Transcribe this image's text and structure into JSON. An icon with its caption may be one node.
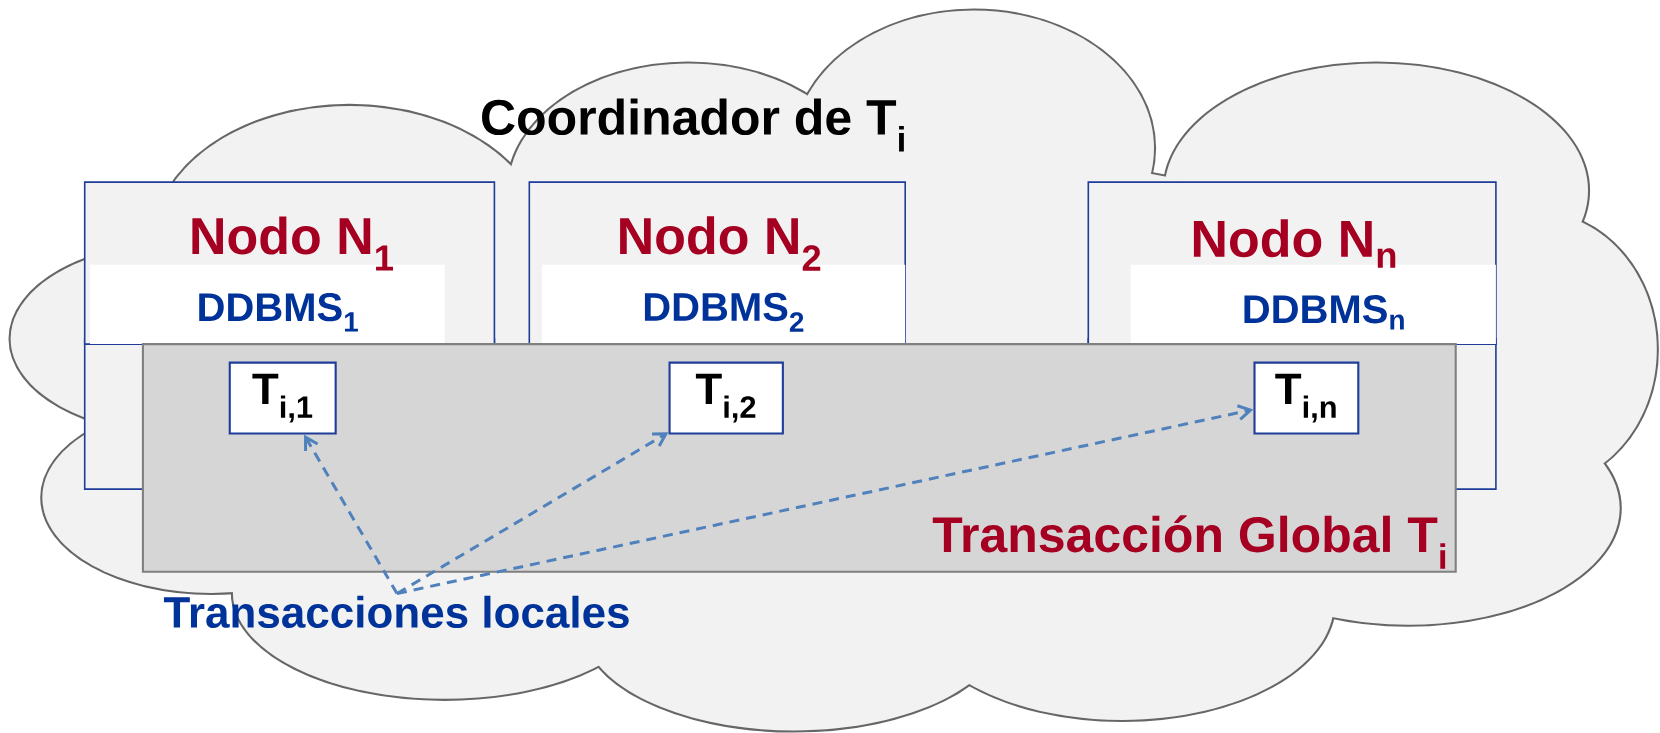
{
  "diagram": {
    "nodes": [
      {
        "text": [
          "Coordinador de T$_{i}$"
        ]
      },
      {
        "text": [
          "Nodo N$_{1}$",
          "DDBMS$_{1}$"
        ],
        "in": 0
      },
      {
        "text": [
          "Nodo N$_{2}$",
          "DDBMS$_{2}$"
        ],
        "in": 0
      },
      {
        "text": [
          "Nodo N$_{n}$",
          "DDBMS$_{n}$"
        ],
        "in": 0
      },
      {
        "text": [
          "Transacción Global T$_{i}$"
        ],
        "in": 0
      },
      {
        "text": [
          "T$_{i,1}$"
        ],
        "in": 4
      },
      {
        "text": [
          "T$_{i,2}$"
        ],
        "in": 4
      },
      {
        "text": [
          "T$_{i,n}$"
        ],
        "in": 4
      },
      {
        "text": [
          "Transacciones locales"
        ],
        "in": 0
      }
    ],
    "edges": [
      {
        "from": 8,
        "to": 5,
        "arrow": "to",
        "style": "dashed"
      },
      {
        "from": 8,
        "to": 6,
        "arrow": "to",
        "style": "dashed"
      },
      {
        "from": 8,
        "to": 7,
        "arrow": "to",
        "style": "dashed"
      }
    ]
  }
}
